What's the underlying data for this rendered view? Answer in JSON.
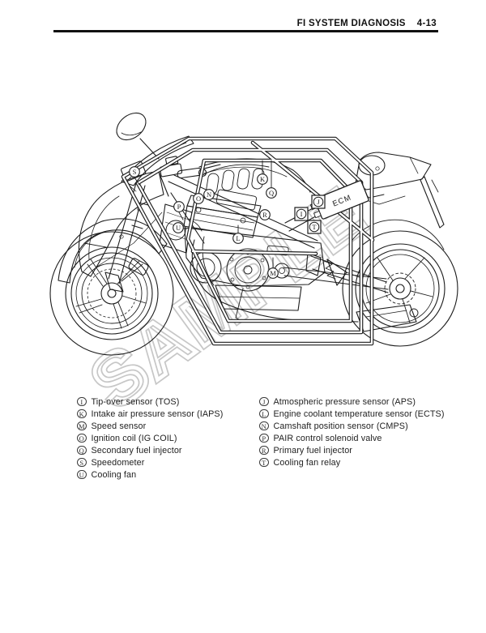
{
  "header": {
    "title": "FI SYSTEM DIAGNOSIS",
    "page_number": "4-13"
  },
  "diagram": {
    "description": "Motorcycle FI system component location drawing",
    "ecm_label": "ECM",
    "watermark": "SAMPLE",
    "callouts": [
      {
        "letter": "S",
        "boxed": false
      },
      {
        "letter": "K",
        "boxed": false
      },
      {
        "letter": "Q",
        "boxed": false
      },
      {
        "letter": "N",
        "boxed": false
      },
      {
        "letter": "O",
        "boxed": false
      },
      {
        "letter": "P",
        "boxed": false
      },
      {
        "letter": "L",
        "boxed": false
      },
      {
        "letter": "R",
        "boxed": false
      },
      {
        "letter": "U",
        "boxed": false
      },
      {
        "letter": "M",
        "boxed": false
      },
      {
        "letter": "I",
        "boxed": true
      },
      {
        "letter": "J",
        "boxed": true
      },
      {
        "letter": "T",
        "boxed": true
      }
    ]
  },
  "legend": {
    "left": [
      {
        "letter": "I",
        "text": "Tip-over sensor (TOS)"
      },
      {
        "letter": "K",
        "text": "Intake air pressure sensor (IAPS)"
      },
      {
        "letter": "M",
        "text": "Speed sensor"
      },
      {
        "letter": "O",
        "text": "Ignition coil (IG COIL)"
      },
      {
        "letter": "Q",
        "text": "Secondary fuel injector"
      },
      {
        "letter": "S",
        "text": "Speedometer"
      },
      {
        "letter": "U",
        "text": "Cooling fan"
      }
    ],
    "right": [
      {
        "letter": "J",
        "text": "Atmospheric pressure sensor (APS)"
      },
      {
        "letter": "L",
        "text": "Engine coolant temperature sensor (ECTS)"
      },
      {
        "letter": "N",
        "text": "Camshaft position sensor (CMPS)"
      },
      {
        "letter": "P",
        "text": "PAIR control solenoid valve"
      },
      {
        "letter": "R",
        "text": "Primary fuel injector"
      },
      {
        "letter": "T",
        "text": "Cooling fan relay"
      }
    ]
  }
}
